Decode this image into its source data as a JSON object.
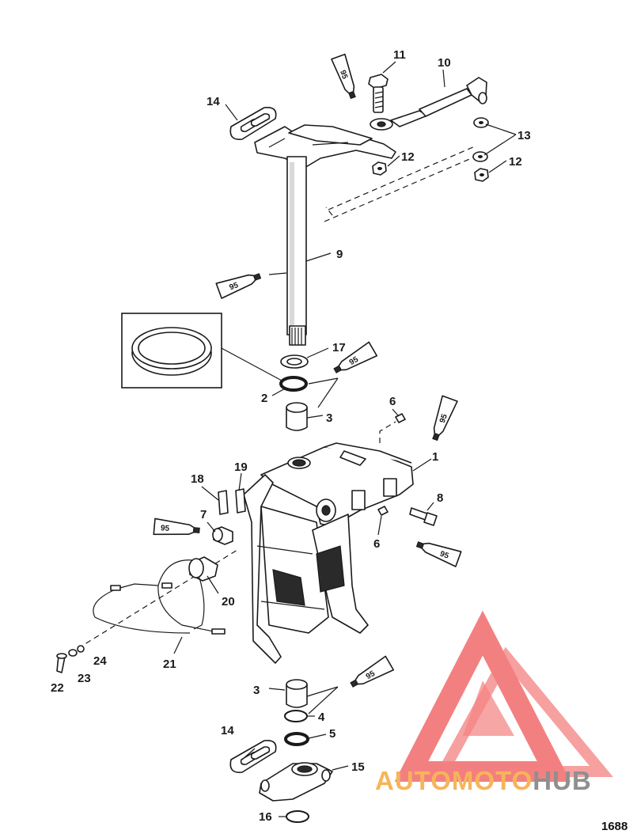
{
  "watermark": {
    "auto": "AUTO",
    "moto": "MOTO",
    "hub": "HUB",
    "color_logo": "#f26b6b",
    "color_text": "#f7b45a",
    "color_hub": "#8f8f8f"
  },
  "diagram_code": "1688",
  "tube_label": "95",
  "callouts": {
    "c1": "1",
    "c2": "2",
    "c3a": "3",
    "c3b": "3",
    "c4": "4",
    "c5": "5",
    "c6a": "6",
    "c6b": "6",
    "c7": "7",
    "c8": "8",
    "c9": "9",
    "c10": "10",
    "c11": "11",
    "c12a": "12",
    "c12b": "12",
    "c13": "13",
    "c14a": "14",
    "c14b": "14",
    "c15": "15",
    "c16": "16",
    "c17": "17",
    "c18": "18",
    "c19": "19",
    "c20": "20",
    "c21": "21",
    "c22": "22",
    "c23": "23",
    "c24": "24"
  }
}
